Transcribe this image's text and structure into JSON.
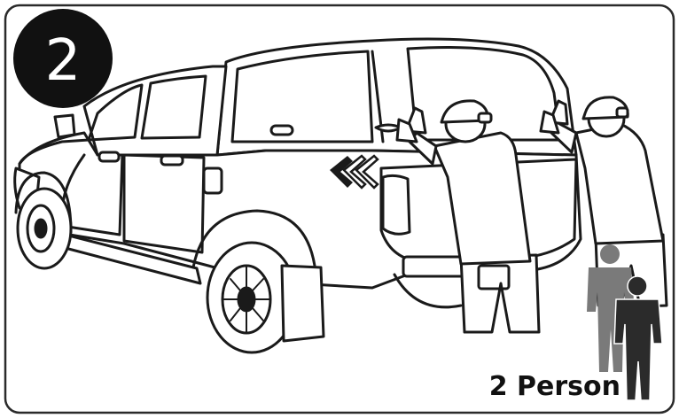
{
  "step": {
    "number": "2"
  },
  "person_count": {
    "label": "2 Person"
  },
  "icons": {
    "step_badge": "black-circle-number",
    "truck": "pickup-truck-with-canopy",
    "arrows": "triple-chevron-left",
    "people_pushing": "two-workers-pushing",
    "people_count": "two-person-silhouette"
  },
  "colors": {
    "outline": "#1a1a1a",
    "badge": "#111111",
    "person_front": "#2b2b2b",
    "person_back": "#7a7a7a",
    "panel_border": "#2a2a2a"
  }
}
